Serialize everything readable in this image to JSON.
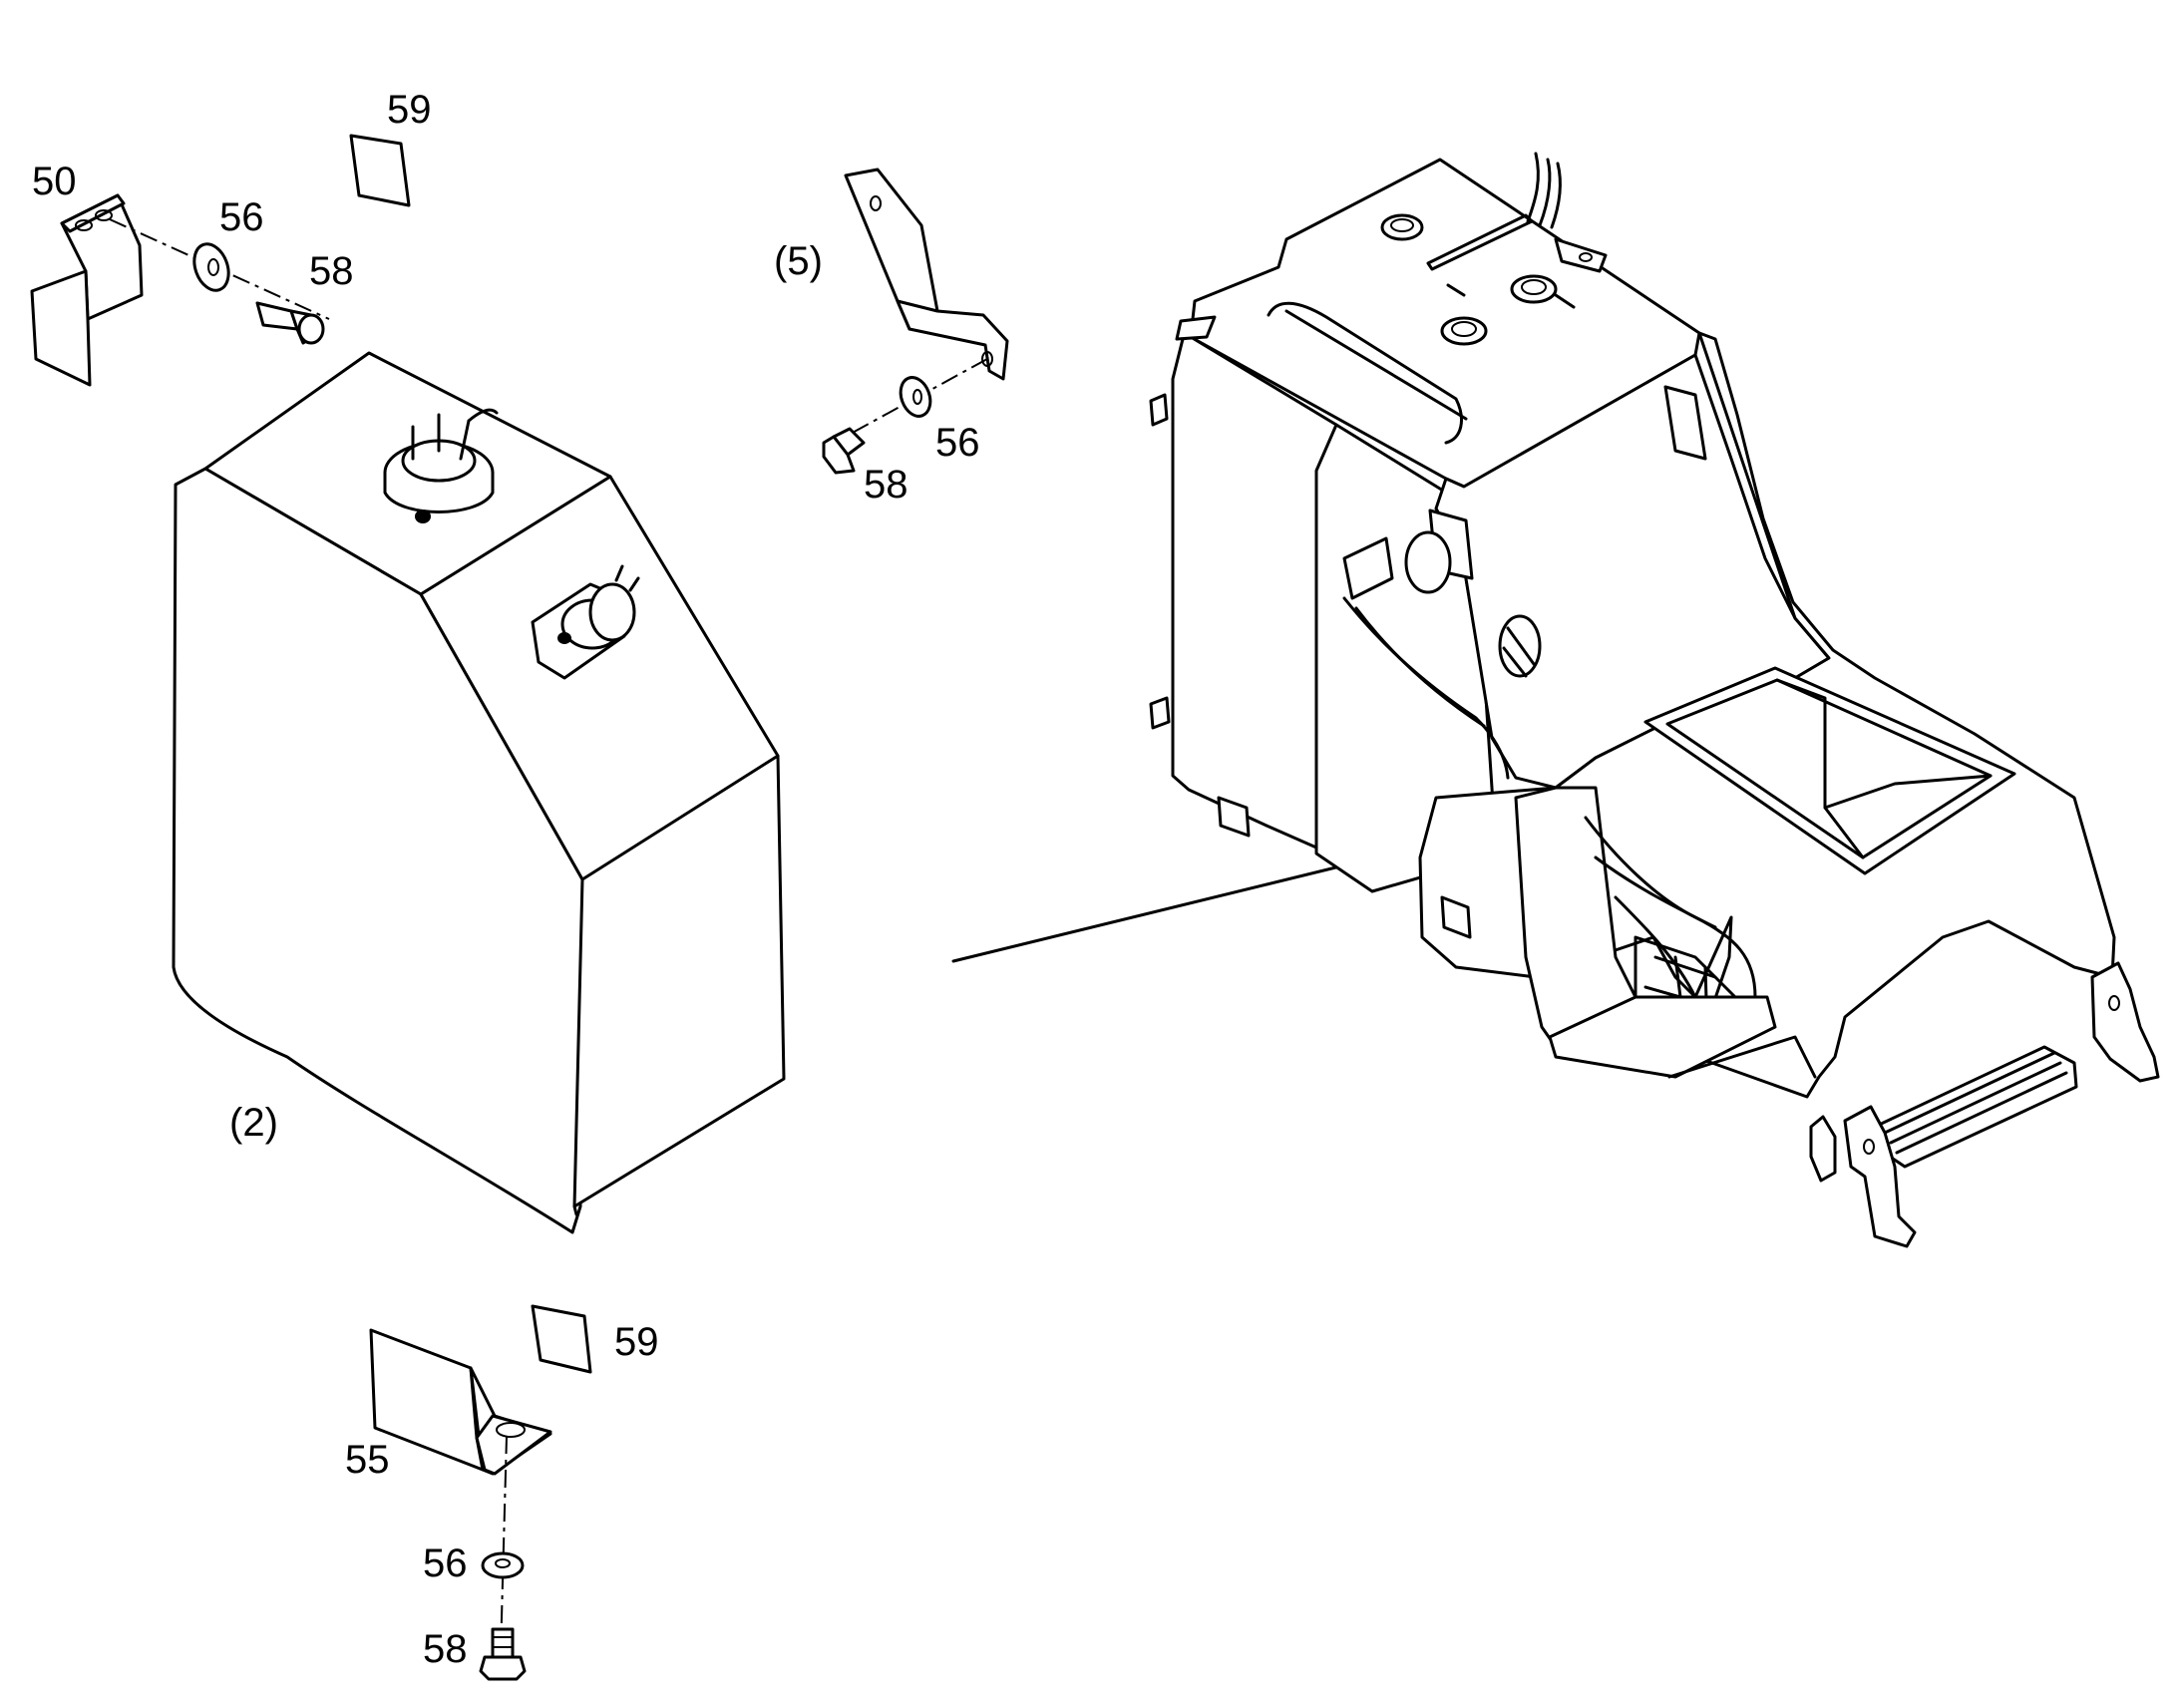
{
  "callouts": {
    "c50": "50",
    "c56_top": "56",
    "c58_top": "58",
    "c59_top": "59",
    "c5": "(5)",
    "c56_mid": "56",
    "c58_mid": "58",
    "c2": "(2)",
    "c59_bot": "59",
    "c55": "55",
    "c56_bot": "56",
    "c58_bot": "58"
  },
  "colors": {
    "line": "#000000",
    "background": "#ffffff"
  }
}
